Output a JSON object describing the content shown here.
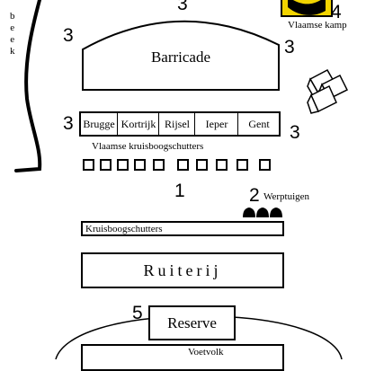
{
  "numbers": {
    "n_top": "3",
    "n_left_top": "3",
    "n_right_top": "3",
    "n_left_cities": "3",
    "n_right_cities": "3",
    "n_one": "1",
    "n_two": "2",
    "n_four": "4",
    "n_five": "5"
  },
  "river_label": [
    "b",
    "e",
    "e",
    "k"
  ],
  "barricade": "Barricade",
  "cities": [
    "Brugge",
    "Kortrijk",
    "Rijsel",
    "Ieper",
    "Gent"
  ],
  "flemish_crossbowmen": "Vlaamse kruisboogschutters",
  "flemish_camp": "Vlaamse kamp",
  "siege_engines": "Werptuigen",
  "crossbowmen": "Kruisboogschutters",
  "cavalry": "Ruiterij",
  "reserve": "Reserve",
  "infantry": "Voetvolk",
  "colors": {
    "banner_yellow": "#f2d400",
    "ink": "#000000"
  }
}
